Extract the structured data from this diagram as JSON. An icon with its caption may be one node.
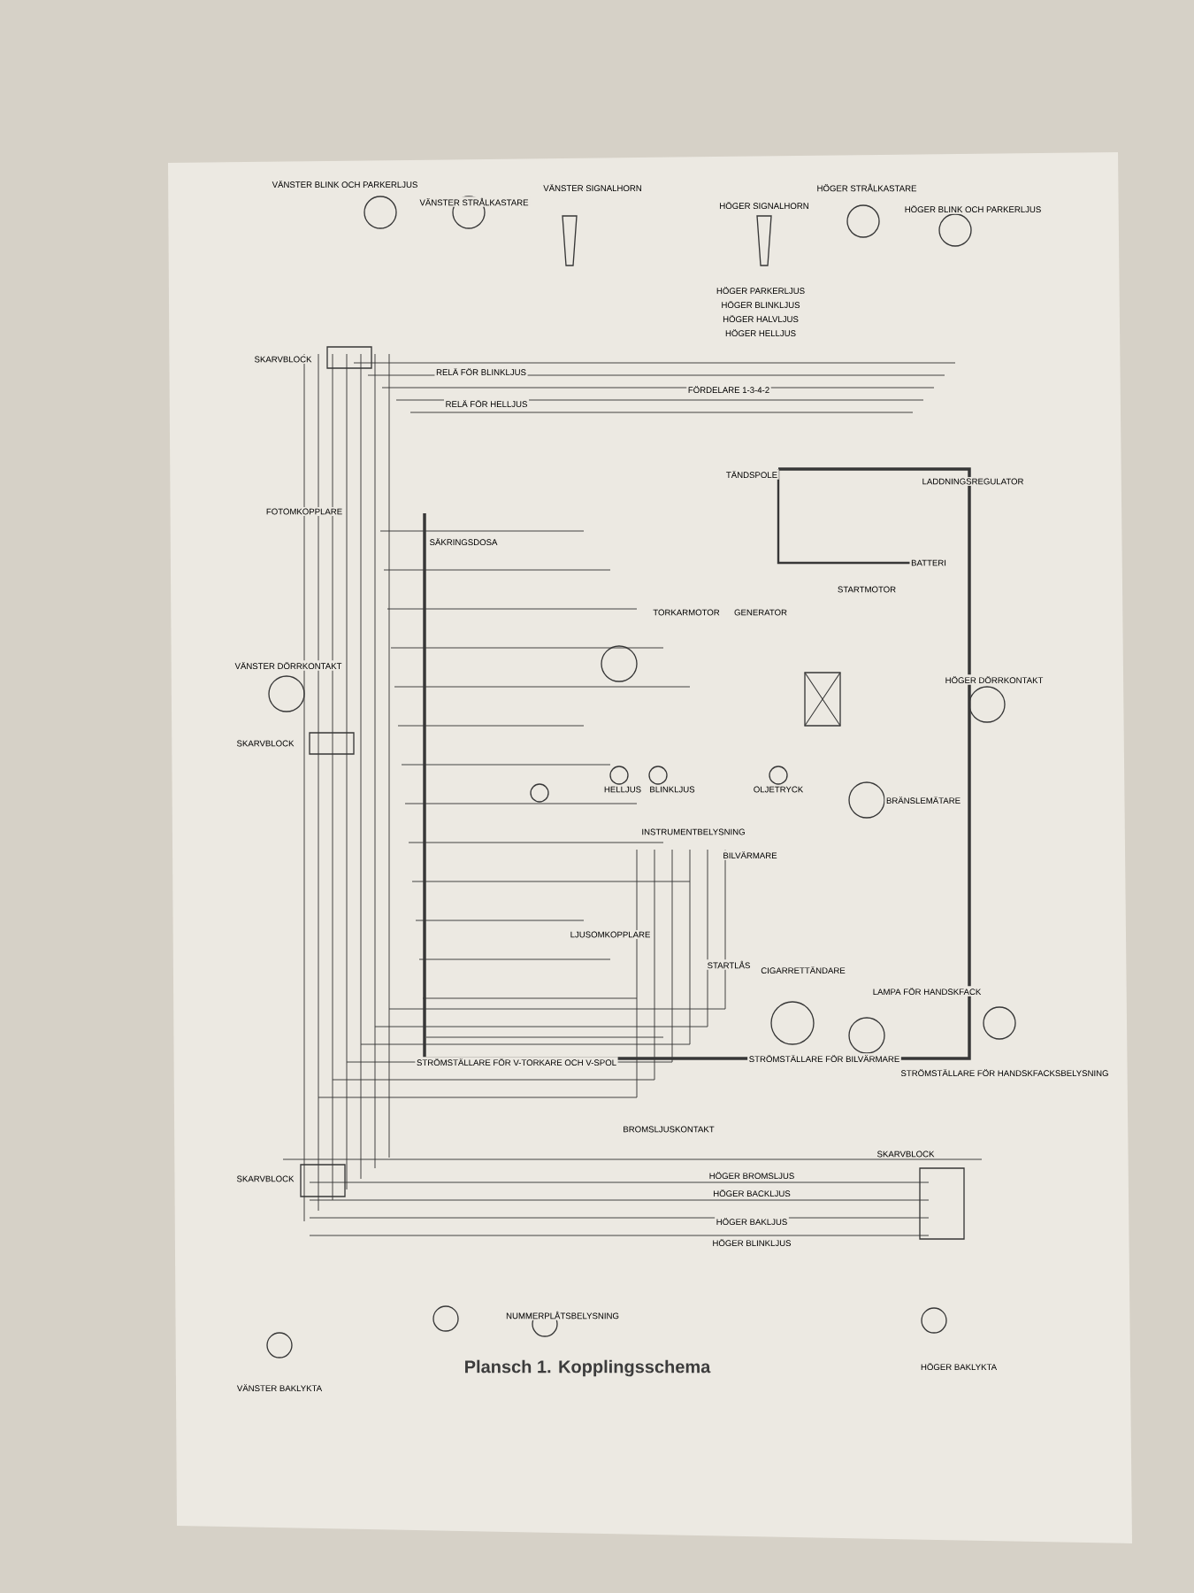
{
  "diagram": {
    "caption": "Plansch 1. Kopplingsschema",
    "labels": [
      "VÄNSTER BLINK OCH PARKERLJUS",
      "VÄNSTER STRÅLKASTARE",
      "VÄNSTER SIGNALHORN",
      "HÖGER SIGNALHORN",
      "HÖGER STRÅLKASTARE",
      "HÖGER BLINK OCH PARKERLJUS",
      "HÖGER PARKERLJUS",
      "HÖGER BLINKLJUS",
      "HÖGER HALVLJUS",
      "HÖGER HELLJUS",
      "SKARVBLOCK",
      "RELÄ FÖR BLINKLJUS",
      "RELÄ FÖR HELLJUS",
      "FÖRDELARE 1-3-4-2",
      "LADDNINGSREGULATOR",
      "TÄNDSPOLE",
      "FOTOMKOPPLARE",
      "SÄKRINGSDOSA",
      "GENERATOR",
      "BATTERI",
      "STARTMOTOR",
      "TORKARMOTOR",
      "VÄNSTER DÖRRKONTAKT",
      "HÖGER DÖRRKONTAKT",
      "SKARVBLOCK",
      "HELLJUS",
      "BLINKLJUS",
      "OLJETRYCK",
      "BRÄNSLEMÄTARE",
      "INSTRUMENTBELYSNING",
      "BILVÄRMARE",
      "LJUSOMKOPPLARE",
      "STARTLÅS",
      "CIGARRETTÄNDARE",
      "STRÖMSTÄLLARE FÖR V-TORKARE OCH V-SPOL",
      "STRÖMSTÄLLARE FÖR BILVÄRMARE",
      "LAMPA FÖR HANDSKFACK",
      "STRÖMSTÄLLARE FÖR HANDSKFACKSBELYSNING",
      "BROMSLJUSKONTAKT",
      "SKARVBLOCK",
      "SKARVBLOCK",
      "HÖGER BROMSLJUS",
      "HÖGER BACKLJUS",
      "HÖGER BAKLJUS",
      "HÖGER BLINKLJUS",
      "NUMMERPLÅTSBELYSNING",
      "VÄNSTER BAKLYKTA",
      "HÖGER BAKLYKTA"
    ]
  }
}
